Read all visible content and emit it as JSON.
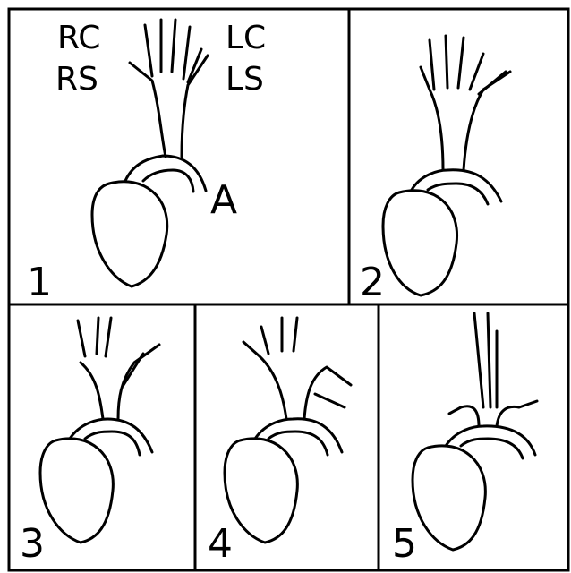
{
  "labels": {
    "rc": "RC",
    "rs": "RS",
    "lc": "LC",
    "ls": "LS",
    "a": "A"
  },
  "panels": [
    {
      "number": "1"
    },
    {
      "number": "2"
    },
    {
      "number": "3"
    },
    {
      "number": "4"
    },
    {
      "number": "5"
    }
  ],
  "colors": {
    "ink": "#000000",
    "background": "#ffffff"
  }
}
